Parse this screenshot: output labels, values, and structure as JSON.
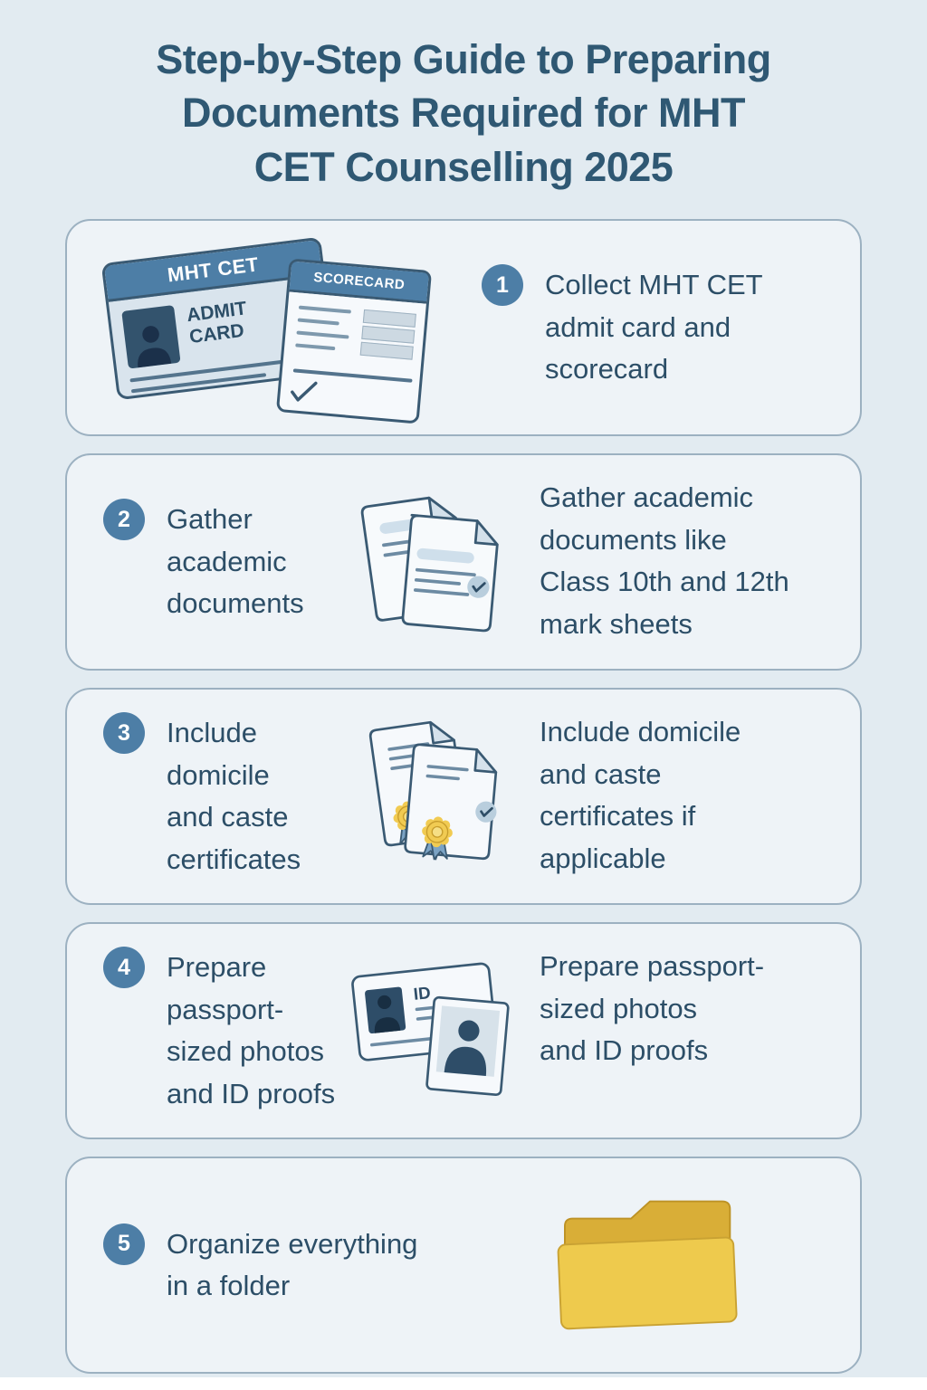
{
  "title": {
    "text": "Step-by-Step Guide to Preparing\nDocuments Required for MHT\nCET Counselling 2025"
  },
  "colors": {
    "accent_blue": "#4d7ea6",
    "title_text": "#2f5873",
    "body_text": "#2c4e67",
    "card_background": "#eef3f7",
    "page_background": "#e2ebf1",
    "folder_yellow": "#eeca4d",
    "rosette_yellow": "#f1cb52"
  },
  "steps": [
    {
      "number": "1",
      "description": "Collect MHT CET\nadmit card and\nscorecard",
      "icon": "admit-card-and-scorecard",
      "icon_labels": {
        "card_title": "MHT CET",
        "card_subtitle": "ADMIT CARD",
        "scorecard_title": "SCORECARD"
      }
    },
    {
      "number": "2",
      "label": "Gather\nacademic\ndocuments",
      "description": "Gather academic\ndocuments like\nClass 10th and 12th\nmark sheets",
      "icon": "stacked-documents"
    },
    {
      "number": "3",
      "label": "Include\ndomicile\nand caste\ncertificates",
      "description": "Include domicile\nand caste\ncertificates if\napplicable",
      "icon": "certificates-with-rosettes"
    },
    {
      "number": "4",
      "label": "Prepare\npassport-\nsized photos\nand ID proofs",
      "description": "Prepare passport-\nsized photos\nand ID proofs",
      "icon": "id-card-and-photo",
      "icon_labels": {
        "id_text": "ID"
      }
    },
    {
      "number": "5",
      "label": "Organize everything\nin a folder",
      "icon": "folder"
    }
  ]
}
